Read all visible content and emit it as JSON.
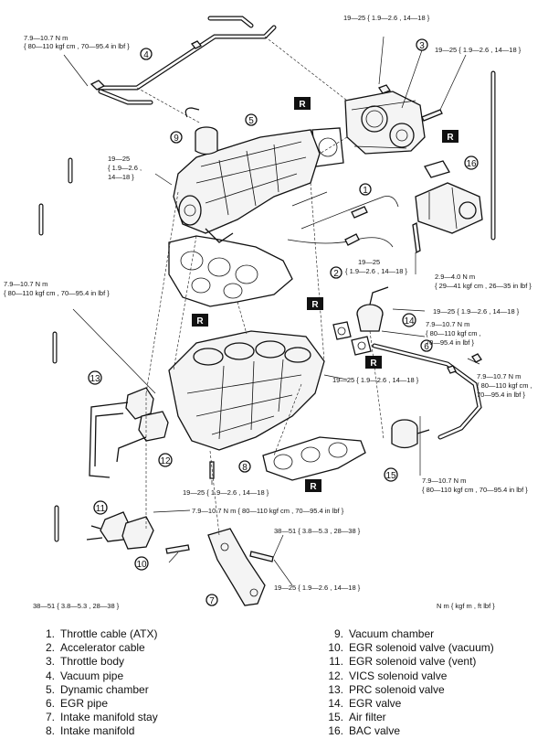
{
  "callouts": {
    "c_top_left": [
      "7.9—10.7 N m",
      "{ 80—110 kgf cm , 70—95.4 in lbf }"
    ],
    "c_top_center": "19—25 { 1.9—2.6 , 14—18 }",
    "c_top_right": "19—25 { 1.9—2.6 , 14—18 }",
    "c_left_upper": [
      "19—25",
      "{ 1.9—2.6 ,",
      "14—18 }"
    ],
    "c_mid_center": [
      "19—25",
      "{ 1.9—2.6 , 14—18 }"
    ],
    "c_left_mid": [
      "7.9—10.7 N m",
      "{ 80—110 kgf cm , 70—95.4 in lbf }"
    ],
    "c_right_a": [
      "2.9—4.0 N m",
      "{ 29—41 kgf cm , 26—35 in lbf }"
    ],
    "c_right_b": "19—25 { 1.9—2.6 , 14—18 }",
    "c_right_c": [
      "7.9—10.7 N m",
      "{ 80—110 kgf cm ,",
      "70—95.4 in lbf }"
    ],
    "c_center_low": "19—25 { 1.9—2.6 , 14—18 }",
    "c_right_d": [
      "7.9—10.7 N m",
      "{ 80—110 kgf cm ,",
      "70—95.4 in lbf }"
    ],
    "c_right_e": [
      "7.9—10.7 N m",
      "{ 80—110 kgf cm , 70—95.4 in lbf }"
    ],
    "c_bottom_mid": "19—25 { 1.9—2.6 , 14—18 }",
    "c_bottom_long": "7.9—10.7 N m { 80—110 kgf cm , 70—95.4 in lbf }",
    "c_stay_a": "38—51 { 3.8—5.3 , 28—38 }",
    "c_stay_b": "38—51 { 3.8—5.3 , 28—38 }",
    "c_bottom_right": "19—25 { 1.9—2.6 , 14—18 }"
  },
  "units_note": "N m { kgf m , ft lbf }",
  "replace_mark": "R",
  "part_numbers": [
    "1",
    "2",
    "3",
    "4",
    "5",
    "6",
    "7",
    "8",
    "9",
    "10",
    "11",
    "12",
    "13",
    "14",
    "15",
    "16"
  ],
  "legend": [
    {
      "num": "1.",
      "label": "Throttle cable (ATX)"
    },
    {
      "num": "2.",
      "label": "Accelerator cable"
    },
    {
      "num": "3.",
      "label": "Throttle body"
    },
    {
      "num": "4.",
      "label": "Vacuum pipe"
    },
    {
      "num": "5.",
      "label": "Dynamic chamber"
    },
    {
      "num": "6.",
      "label": "EGR pipe"
    },
    {
      "num": "7.",
      "label": "Intake manifold stay"
    },
    {
      "num": "8.",
      "label": "Intake manifold"
    },
    {
      "num": "9.",
      "label": "Vacuum chamber"
    },
    {
      "num": "10.",
      "label": "EGR solenoid valve (vacuum)"
    },
    {
      "num": "11.",
      "label": "EGR solenoid valve (vent)"
    },
    {
      "num": "12.",
      "label": "VICS solenoid valve"
    },
    {
      "num": "13.",
      "label": "PRC solenoid valve"
    },
    {
      "num": "14.",
      "label": "EGR valve"
    },
    {
      "num": "15.",
      "label": "Air filter"
    },
    {
      "num": "16.",
      "label": "BAC valve"
    }
  ]
}
